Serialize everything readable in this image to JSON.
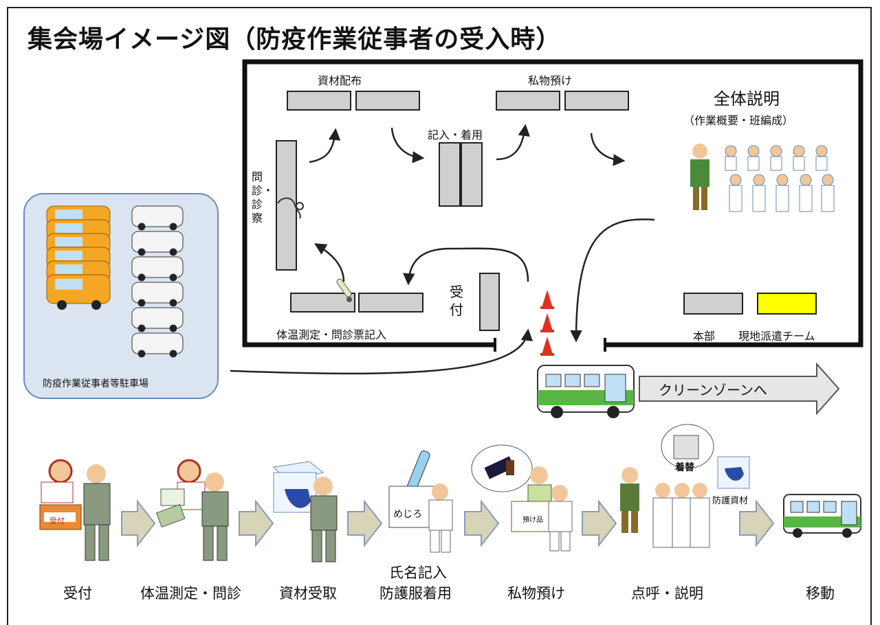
{
  "title": "集会場イメージ図（防疫作業従事者の受入時）",
  "hall": {
    "materials_dist": "資材配布",
    "private_deposit": "私物預け",
    "entry_wearing": "記入・着用",
    "overall_explanation": "全体説明",
    "explanation_sub": "（作業概要・班編成）",
    "interview_exam": "問診・診察",
    "temp_questionnaire": "体温測定・問診票記入",
    "reception": "受付",
    "hq": "本部",
    "field_team": "現地派遣チーム"
  },
  "parking_label": "防疫作業従事者等駐車場",
  "clean_zone": "クリーンゾーンへ",
  "illustration_text": {
    "reception_sign": "受付",
    "mejiro": "めじろ",
    "deposit_sign": "預け品",
    "change": "着替",
    "protective_materials": "防護資材"
  },
  "steps": [
    {
      "label": "受付"
    },
    {
      "label": "体温測定・問診"
    },
    {
      "label": "資材受取"
    },
    {
      "label_line1": "氏名記入",
      "label_line2": "防護服着用"
    },
    {
      "label": "私物預け"
    },
    {
      "label": "点呼・説明"
    },
    {
      "label": "移動"
    }
  ],
  "colors": {
    "table_fill": "#d0d0d0",
    "field_team_fill": "#ffff00",
    "parking_fill": "#dbe5f1",
    "arrow_fill": "#d8d4b8",
    "bus_green": "#5ab448",
    "cone_red": "#e03020",
    "car_orange": "#f5a623"
  },
  "icons": [
    "traffic-cone-icon",
    "bus-icon",
    "car-icon",
    "stethoscope-icon",
    "thermometer-icon",
    "person-icon"
  ]
}
